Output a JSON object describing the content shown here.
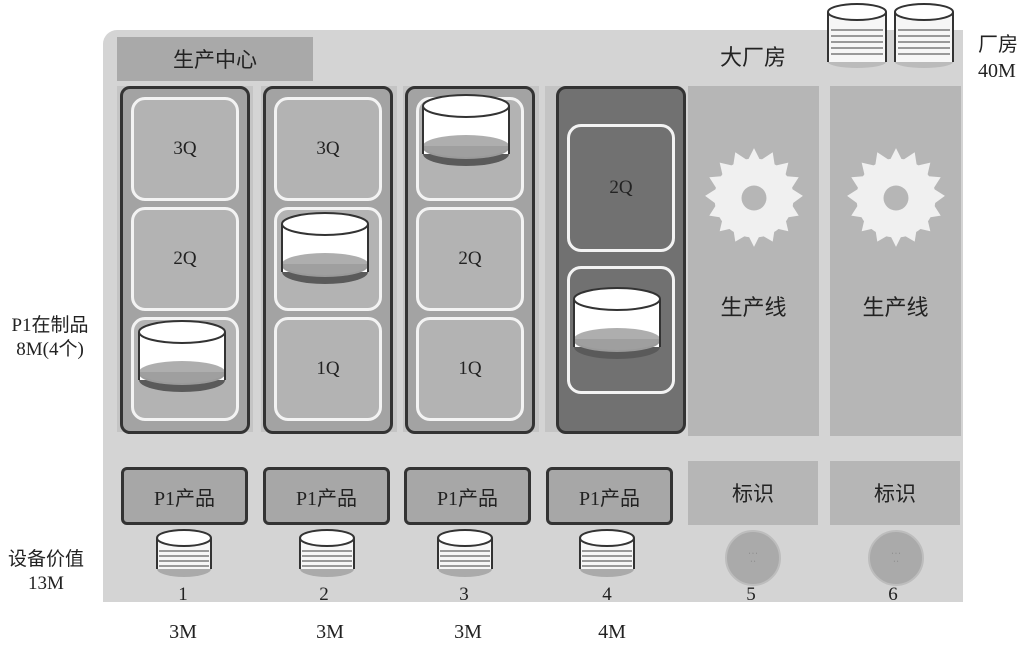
{
  "header": {
    "center_label": "生产中心",
    "factory_label": "大厂房",
    "factory_side_label": "厂房",
    "factory_value": "40M"
  },
  "left": {
    "wip_label": "P1在制品",
    "wip_value": "8M(4个)",
    "equipment_label": "设备价值",
    "equipment_value": "13M"
  },
  "columns": [
    {
      "slots": [
        "3Q",
        "2Q",
        ""
      ],
      "product": "P1产品",
      "number": "1",
      "price": "3M"
    },
    {
      "slots": [
        "3Q",
        "",
        "1Q"
      ],
      "product": "P1产品",
      "number": "2",
      "price": "3M"
    },
    {
      "slots": [
        "",
        "2Q",
        "1Q"
      ],
      "product": "P1产品",
      "number": "3",
      "price": "3M"
    },
    {
      "slots": [
        "2Q",
        ""
      ],
      "product": "P1产品",
      "number": "4",
      "price": "4M"
    },
    {
      "line_label": "生产线",
      "mark": "标识",
      "number": "5"
    },
    {
      "line_label": "生产线",
      "mark": "标识",
      "number": "6"
    }
  ],
  "colors": {
    "panel": "#d4d4d4",
    "slot": "#b3b3b3",
    "dark_slot": "#717171",
    "border": "#333333"
  },
  "icons": {
    "coin": "coin-stack-icon",
    "gear": "saw-blade-icon",
    "stamp": "stamp-icon"
  }
}
